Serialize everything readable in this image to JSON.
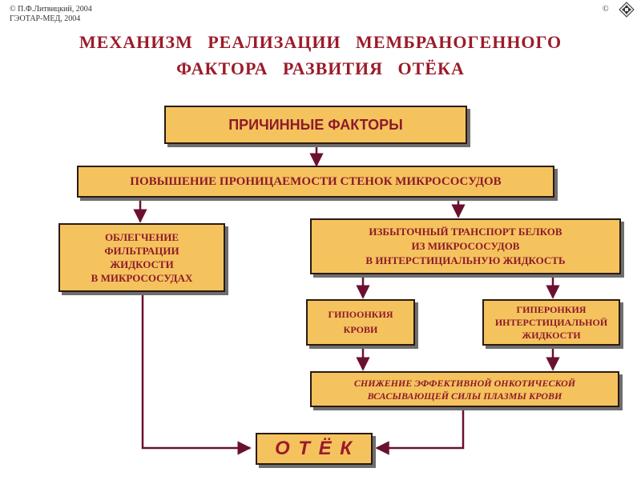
{
  "copyright": {
    "line1": "© П.Ф.Литвицкий, 2004",
    "line2": "ГЭОТАР-МЕД, 2004",
    "right": "©"
  },
  "title": {
    "line1": "МЕХАНИЗМ РЕАЛИЗАЦИИ МЕМБРАНОГЕННОГО",
    "line2": "ФАКТОРА РАЗВИТИЯ ОТЁКА"
  },
  "nodes": {
    "causes": "ПРИЧИННЫЕ   ФАКТОРЫ",
    "permeability": "ПОВЫШЕНИЕ ПРОНИЦАЕМОСТИ СТЕНОК  МИКРОСОСУДОВ",
    "filtration": "ОБЛЕГЧЕНИЕ\nФИЛЬТРАЦИИ\nЖИДКОСТИ\nВ  МИКРОСОСУДАХ",
    "protein": "ИЗБЫТОЧНЫЙ ТРАНСПОРТ БЕЛКОВ\nИЗ МИКРОСОСУДОВ\nВ  ИНТЕРСТИЦИАЛЬНУЮ  ЖИДКОСТЬ",
    "hypooncia": "ГИПООНКИЯ\nКРОВИ",
    "hyperoncia": "ГИПЕРОНКИЯ\nИНТЕРСТИЦИАЛЬНОЙ\nЖИДКОСТИ",
    "reduction": "СНИЖЕНИЕ  ЭФФЕКТИВНОЙ  ОНКОТИЧЕСКОЙ\nВСАСЫВАЮЩЕЙ  СИЛЫ  ПЛАЗМЫ  КРОВИ",
    "edema": "О  Т  Ё  К"
  },
  "colors": {
    "box_fill": "#f5c35e",
    "box_border": "#2a1a10",
    "text": "#8e1a2a",
    "connector": "#6b1030"
  }
}
